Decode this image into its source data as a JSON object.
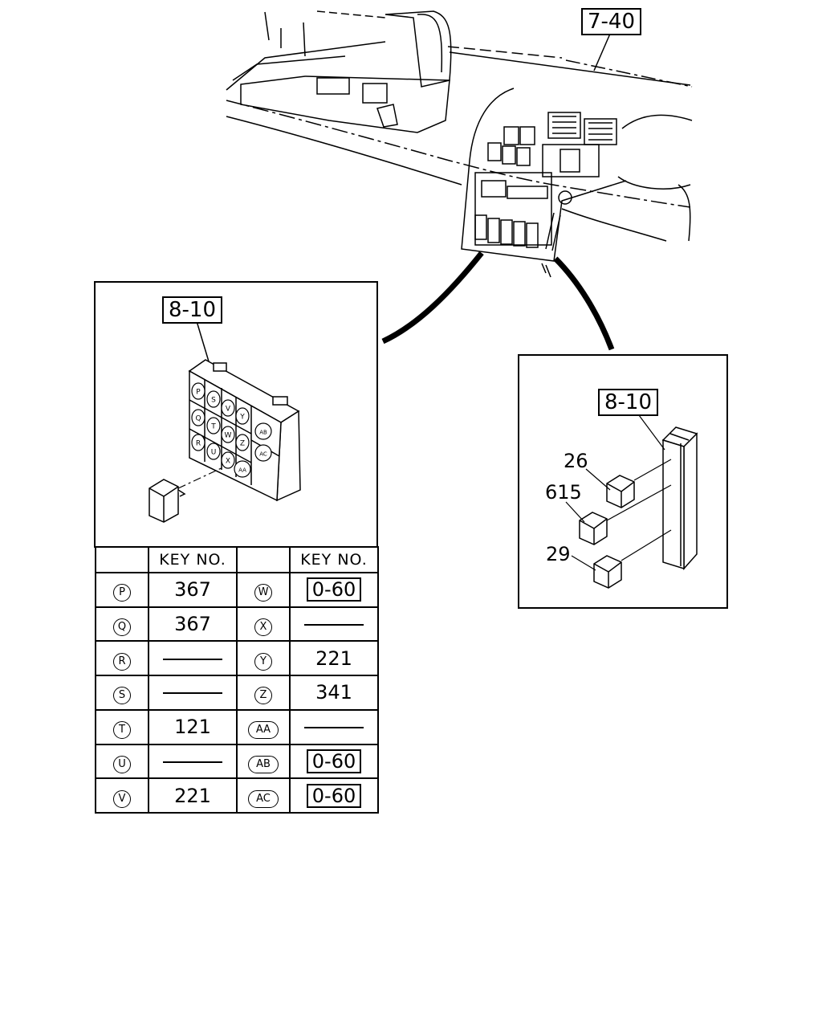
{
  "labels": {
    "top_ref": "7-40",
    "left_ref": "8-10",
    "right_ref": "8-10",
    "right_callouts": [
      "26",
      "615",
      "29"
    ]
  },
  "fuse_slots": [
    "P",
    "S",
    "V",
    "Y",
    "AB",
    "Q",
    "T",
    "W",
    "Z",
    "AC",
    "R",
    "U",
    "X",
    "AA"
  ],
  "table": {
    "header": [
      "",
      "KEY NO.",
      "",
      "KEY NO."
    ],
    "rows": [
      {
        "l_id": "P",
        "l_val": "367",
        "l_boxed": false,
        "l_dash": false,
        "r_id": "W",
        "r_val": "0-60",
        "r_boxed": true,
        "r_dash": false
      },
      {
        "l_id": "Q",
        "l_val": "367",
        "l_boxed": false,
        "l_dash": false,
        "r_id": "X",
        "r_val": "",
        "r_boxed": false,
        "r_dash": true
      },
      {
        "l_id": "R",
        "l_val": "",
        "l_boxed": false,
        "l_dash": true,
        "r_id": "Y",
        "r_val": "221",
        "r_boxed": false,
        "r_dash": false
      },
      {
        "l_id": "S",
        "l_val": "",
        "l_boxed": false,
        "l_dash": true,
        "r_id": "Z",
        "r_val": "341",
        "r_boxed": false,
        "r_dash": false
      },
      {
        "l_id": "T",
        "l_val": "121",
        "l_boxed": false,
        "l_dash": false,
        "r_id": "AA",
        "r_val": "",
        "r_boxed": false,
        "r_dash": true
      },
      {
        "l_id": "U",
        "l_val": "",
        "l_boxed": false,
        "l_dash": true,
        "r_id": "AB",
        "r_val": "0-60",
        "r_boxed": true,
        "r_dash": false
      },
      {
        "l_id": "V",
        "l_val": "221",
        "l_boxed": false,
        "l_dash": false,
        "r_id": "AC",
        "r_val": "0-60",
        "r_boxed": true,
        "r_dash": false
      }
    ]
  }
}
